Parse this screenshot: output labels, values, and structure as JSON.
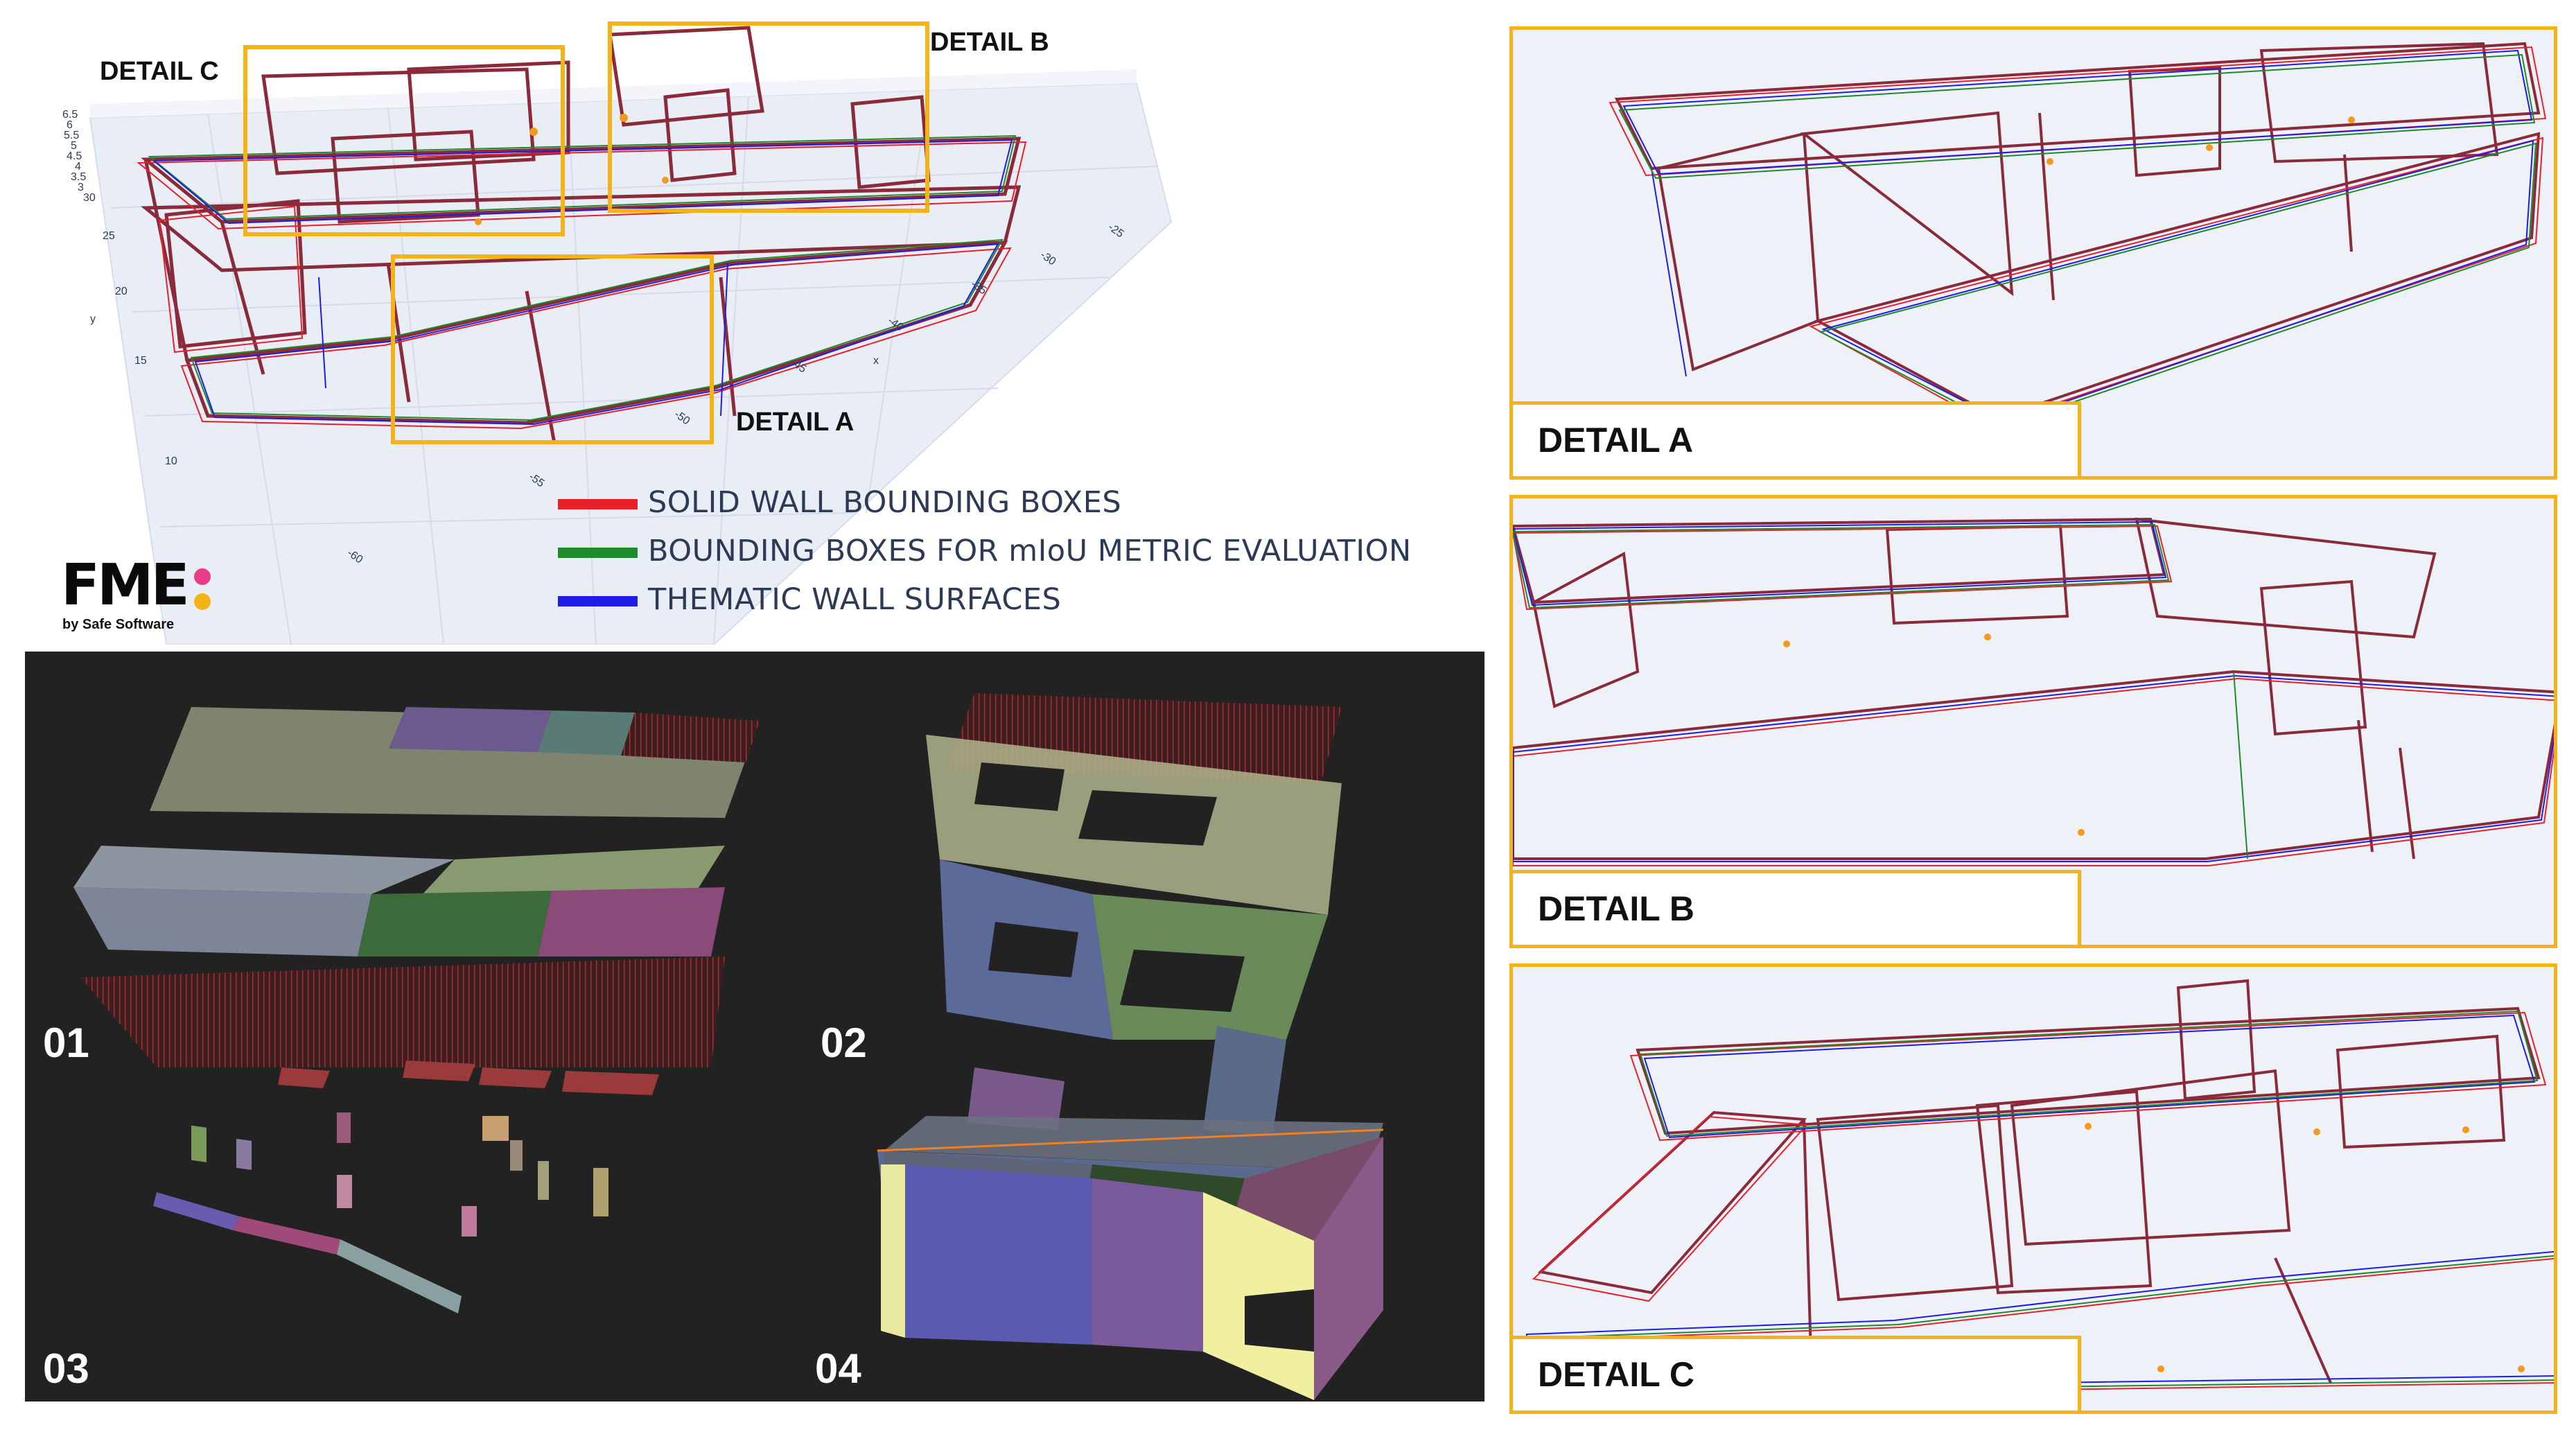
{
  "main_plot": {
    "callouts": {
      "detail_a": "DETAIL A",
      "detail_b": "DETAIL B",
      "detail_c": "DETAIL C"
    },
    "z_ticks": [
      "6.5",
      "6",
      "5.5",
      "5",
      "4.5",
      "4",
      "3.5",
      "3",
      "30"
    ],
    "y_axis_label": "y",
    "y_ticks": [
      "25",
      "20",
      "15",
      "10"
    ],
    "x_axis_label": "x",
    "x_ticks": [
      "-25",
      "-30",
      "-35",
      "-40",
      "-45",
      "-50",
      "-55",
      "-60"
    ]
  },
  "legend": {
    "items": [
      {
        "label": "SOLID WALL BOUNDING BOXES",
        "color": "#e8202a"
      },
      {
        "label": "BOUNDING BOXES FOR mIoU METRIC EVALUATION",
        "color": "#1f8a2c"
      },
      {
        "label": "THEMATIC WALL SURFACES",
        "color": "#1d1de6"
      }
    ]
  },
  "logo": {
    "text": "FME",
    "tagline": "by Safe Software",
    "dot_colors": [
      "#e83b8a",
      "#f6b317"
    ]
  },
  "steps": [
    "01",
    "02",
    "03",
    "04"
  ],
  "details": [
    {
      "label": "DETAIL A"
    },
    {
      "label": "DETAIL B"
    },
    {
      "label": "DETAIL C"
    }
  ],
  "colors": {
    "highlight": "#f6b317",
    "panel_bg": "#222222",
    "plot_bg": "#eef1f8"
  }
}
